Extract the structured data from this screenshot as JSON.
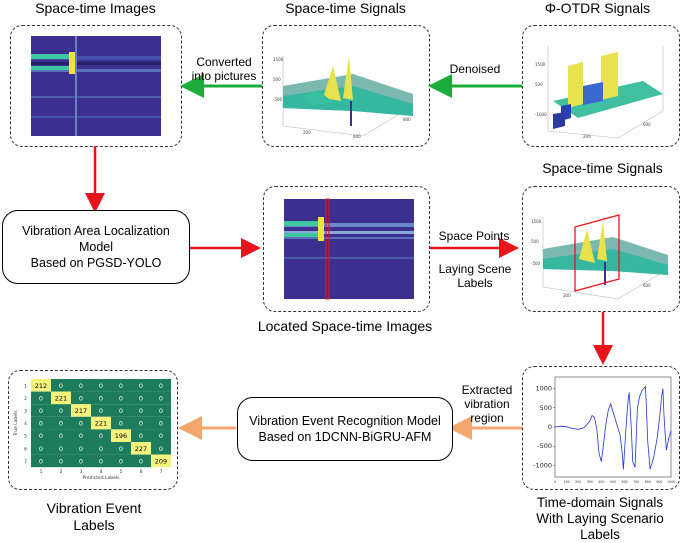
{
  "titles": {
    "st_images": "Space-time Images",
    "st_signals_top": "Space-time Signals",
    "otdr": "Φ-OTDR Signals",
    "st_signals_mid": "Space-time Signals",
    "located": "Located Space-time Images",
    "time_domain_1": "Time-domain Signals",
    "time_domain_2": "With Laying Scenario",
    "time_domain_3": "Labels",
    "event_1": "Vibration Event",
    "event_2": "Labels"
  },
  "arrows": {
    "converted_1": "Converted",
    "converted_2": "into pictures",
    "denoised": "Denoised",
    "space_points": "Space Points",
    "laying_1": "Laying Scene",
    "laying_2": "Labels",
    "extracted_1": "Extracted",
    "extracted_2": "vibration",
    "extracted_3": "region"
  },
  "models": {
    "yolo_1": "Vibration Area Localization",
    "yolo_2": "Model",
    "yolo_3": "Based on PGSD-YOLO",
    "recog_1": "Vibration Event Recognition Model",
    "recog_2": "Based on 1DCNN-BiGRU-AFM"
  },
  "confusion": {
    "diag": [
      "212",
      "221",
      "217",
      "221",
      "196",
      "227",
      "209"
    ],
    "off_label": "0",
    "x_ticks": [
      "1",
      "2",
      "3",
      "4",
      "5",
      "6",
      "7"
    ],
    "y_ticks": [
      "1",
      "2",
      "3",
      "4",
      "5",
      "6",
      "7"
    ],
    "xlabel": "Predicted Labels",
    "ylabel": "True Labels"
  },
  "colors": {
    "green_arrow": "#1aad3a",
    "red_arrow": "#e8141b",
    "orange_arrow": "#f4a66f",
    "cm_green": "#1c7c5c",
    "cm_yellow": "#f4f47c",
    "heatmap_bg": "#3a2c8c"
  },
  "chart_data": {
    "type": "line",
    "title": "",
    "yticks": [
      "1000",
      "500",
      "0",
      "-500",
      "-1000"
    ],
    "xticks": [
      "0",
      "100",
      "200",
      "300",
      "400",
      "500",
      "600",
      "700",
      "800",
      "900",
      "1000"
    ],
    "ylim": [
      -1300,
      1300
    ],
    "xlim": [
      0,
      1000
    ],
    "points": [
      [
        0,
        0
      ],
      [
        50,
        20
      ],
      [
        100,
        5
      ],
      [
        150,
        -40
      ],
      [
        200,
        -60
      ],
      [
        250,
        -20
      ],
      [
        300,
        150
      ],
      [
        320,
        300
      ],
      [
        340,
        250
      ],
      [
        360,
        -50
      ],
      [
        380,
        -700
      ],
      [
        400,
        -900
      ],
      [
        420,
        -400
      ],
      [
        440,
        100
      ],
      [
        460,
        450
      ],
      [
        480,
        600
      ],
      [
        500,
        400
      ],
      [
        520,
        200
      ],
      [
        540,
        0
      ],
      [
        560,
        -200
      ],
      [
        580,
        -700
      ],
      [
        590,
        -1100
      ],
      [
        600,
        -600
      ],
      [
        610,
        -100
      ],
      [
        620,
        300
      ],
      [
        630,
        700
      ],
      [
        640,
        900
      ],
      [
        650,
        400
      ],
      [
        660,
        -200
      ],
      [
        670,
        -900
      ],
      [
        690,
        -1050
      ],
      [
        700,
        -300
      ],
      [
        710,
        500
      ],
      [
        730,
        800
      ],
      [
        750,
        950
      ],
      [
        780,
        1050
      ],
      [
        800,
        -400
      ],
      [
        820,
        -1100
      ],
      [
        850,
        -800
      ],
      [
        880,
        -300
      ],
      [
        900,
        200
      ],
      [
        920,
        800
      ],
      [
        930,
        1000
      ],
      [
        940,
        300
      ],
      [
        950,
        -200
      ],
      [
        960,
        -600
      ],
      [
        980,
        -300
      ],
      [
        1000,
        -100
      ]
    ]
  }
}
